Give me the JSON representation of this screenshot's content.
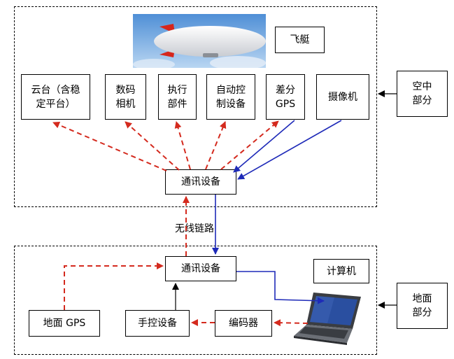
{
  "air": {
    "section_label": "空中\n部分",
    "airship_label": "飞艇",
    "devices": [
      {
        "id": "gimbal",
        "label": "云台（含稳\n定平台）"
      },
      {
        "id": "camera",
        "label": "数码\n相机"
      },
      {
        "id": "actuator",
        "label": "执行\n部件"
      },
      {
        "id": "autopilot",
        "label": "自动控\n制设备"
      },
      {
        "id": "dgps",
        "label": "差分\nGPS"
      },
      {
        "id": "videocam",
        "label": "摄像机"
      }
    ],
    "comm_label": "通讯设备"
  },
  "link_label": "无线链路",
  "ground": {
    "section_label": "地面\n部分",
    "comm_label": "通讯设备",
    "computer_label": "计算机",
    "gps_label": "地面 GPS",
    "manual_label": "手控设备",
    "encoder_label": "编码器"
  },
  "colors": {
    "control_arrow": "#d42a1e",
    "data_arrow": "#1e2ab8",
    "manual_arrow": "#000000"
  }
}
